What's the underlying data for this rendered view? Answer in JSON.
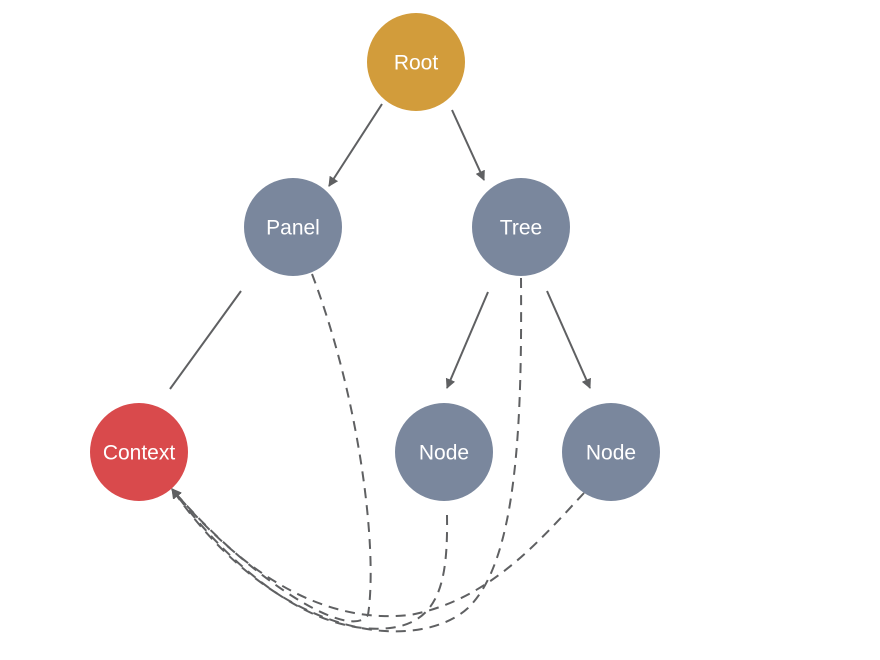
{
  "colors": {
    "root": "#D29C3B",
    "standard": "#7A879D",
    "context": "#D94A4C",
    "edge": "#5F6062",
    "label": "#FFFFFF"
  },
  "nodes": {
    "root": {
      "label": "Root",
      "color_role": "root"
    },
    "panel": {
      "label": "Panel",
      "color_role": "standard"
    },
    "tree": {
      "label": "Tree",
      "color_role": "standard"
    },
    "context": {
      "label": "Context",
      "color_role": "context"
    },
    "node_left": {
      "label": "Node",
      "color_role": "standard"
    },
    "node_right": {
      "label": "Node",
      "color_role": "standard"
    }
  },
  "edges": [
    {
      "from": "Root",
      "to": "Panel",
      "style": "solid",
      "arrow": true
    },
    {
      "from": "Root",
      "to": "Tree",
      "style": "solid",
      "arrow": true
    },
    {
      "from": "Panel",
      "to": "Context",
      "style": "solid",
      "arrow": false
    },
    {
      "from": "Tree",
      "to": "Node",
      "style": "solid",
      "arrow": true
    },
    {
      "from": "Tree",
      "to": "Node",
      "style": "solid",
      "arrow": true
    },
    {
      "from": "Panel",
      "to": "Context",
      "style": "dashed",
      "arrow": true
    },
    {
      "from": "Tree",
      "to": "Context",
      "style": "dashed",
      "arrow": true
    },
    {
      "from": "Node",
      "to": "Context",
      "style": "dashed",
      "arrow": true
    },
    {
      "from": "Node",
      "to": "Context",
      "style": "dashed",
      "arrow": true
    }
  ]
}
